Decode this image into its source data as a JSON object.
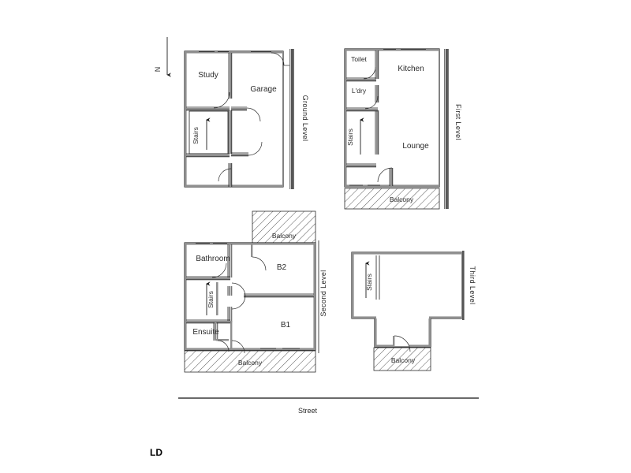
{
  "document": {
    "type": "floor-plan",
    "footer_code": "LD",
    "north_indicator": "N",
    "street_label": "Street"
  },
  "levels": [
    {
      "id": "ground",
      "label": "Ground Level",
      "rooms": [
        "Study",
        "Garage",
        "Stairs"
      ],
      "balconies": []
    },
    {
      "id": "first",
      "label": "First Level",
      "rooms": [
        "Toilet",
        "L'dry",
        "Kitchen",
        "Lounge",
        "Stairs"
      ],
      "balconies": [
        "Balcony"
      ]
    },
    {
      "id": "second",
      "label": "Second Level",
      "rooms": [
        "Bathroom",
        "Ensuite",
        "B1",
        "B2",
        "Stairs"
      ],
      "balconies": [
        "Balcony",
        "Balcony"
      ]
    },
    {
      "id": "third",
      "label": "Third Level",
      "rooms": [
        "Stairs"
      ],
      "balconies": [
        "Balcony"
      ]
    }
  ],
  "ground_level": {
    "level_label": "Ground Level",
    "study": "Study",
    "garage": "Garage",
    "stairs": "Stairs"
  },
  "first_level": {
    "level_label": "First Level",
    "toilet": "Toilet",
    "laundry": "L'dry",
    "kitchen": "Kitchen",
    "lounge": "Lounge",
    "stairs": "Stairs",
    "balcony": "Balcony"
  },
  "second_level": {
    "level_label": "Second Level",
    "bathroom": "Bathroom",
    "ensuite": "Ensuite",
    "bed1": "B1",
    "bed2": "B2",
    "stairs": "Stairs",
    "balcony_top": "Balcony",
    "balcony_bottom": "Balcony"
  },
  "third_level": {
    "level_label": "Third Level",
    "stairs": "Stairs",
    "balcony": "Balcony"
  },
  "colors": {
    "ink": "#1c1c1c",
    "wall_fill": "#8f8f8f",
    "hatch": "#3a3a3a",
    "paper": "#ffffff"
  }
}
